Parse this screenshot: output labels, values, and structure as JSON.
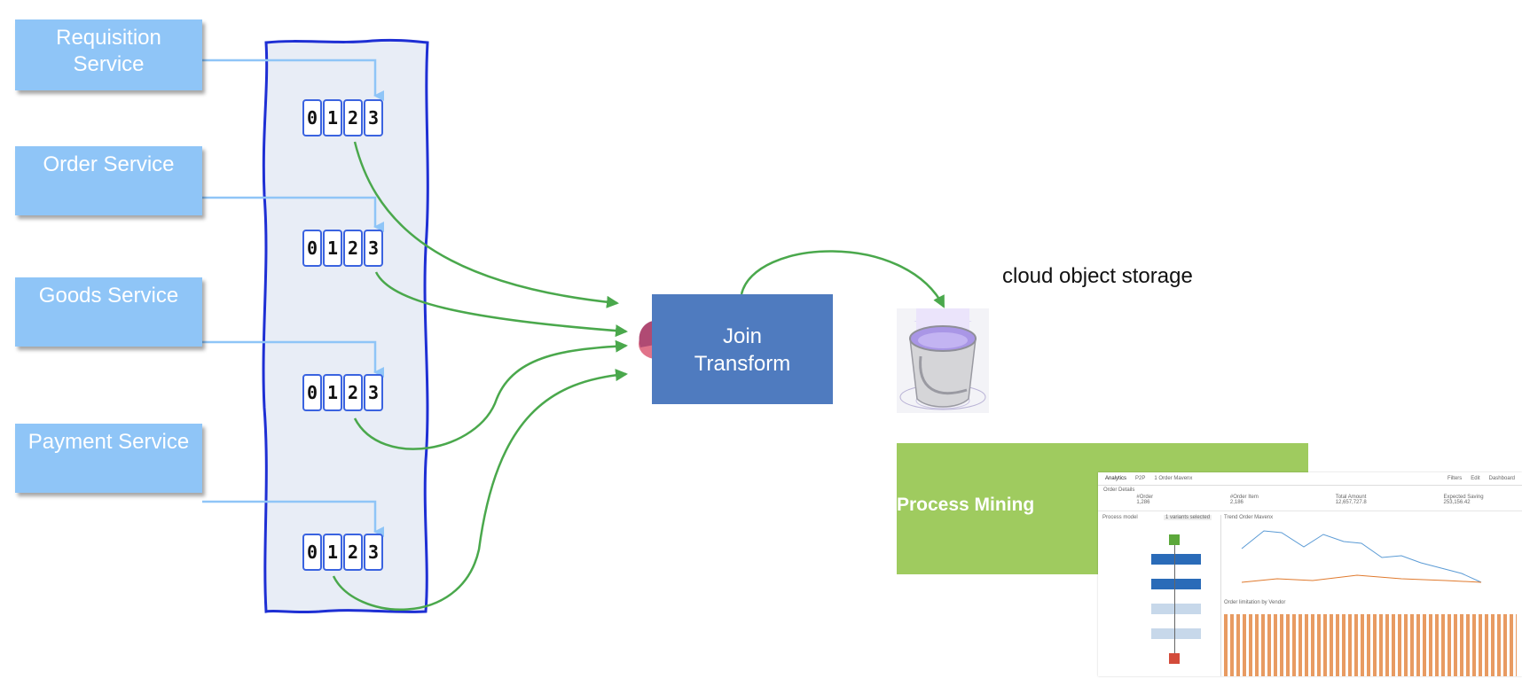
{
  "services": {
    "requisition": [
      "Requisition",
      "Service"
    ],
    "order": "Order Service",
    "goods": "Goods Service",
    "payment": "Payment Service"
  },
  "partitions": [
    "0",
    "1",
    "2",
    "3"
  ],
  "join": [
    "Join",
    "Transform"
  ],
  "storage_label": "cloud object storage",
  "process_mining": "Process Mining",
  "screenshot": {
    "nav": [
      "Analytics",
      "P2P",
      "1 Order Mavenx"
    ],
    "nav_right": [
      "Filters",
      "Edit",
      "Dashboard"
    ],
    "section": "Order Details",
    "kpis": [
      {
        "label": "#Order",
        "value": "1,286"
      },
      {
        "label": "#Order Item",
        "value": "2,186"
      },
      {
        "label": "Total Amount",
        "value": "12,657,727.8"
      },
      {
        "label": "Expected Saving",
        "value": "253,156.42"
      }
    ],
    "panels": [
      "Process model",
      "Trend Order Mavenx",
      "Order limitation by Vendor"
    ],
    "variants": "1 variants selected",
    "colors": {
      "blue": "#2a6bb8",
      "orange": "#e07a2e",
      "green": "#5ca83b",
      "red": "#d34b3a"
    }
  },
  "colors": {
    "service_box": "#8fc5f7",
    "partition_border": "#3a63e0",
    "cluster_fill": "#e8edf6",
    "cluster_border": "#1e2fd4",
    "flow_green": "#4aa84c",
    "service_arrow": "#8fc5f7",
    "join_box": "#4f7bbf",
    "process_mining": "#9fcb5f"
  }
}
